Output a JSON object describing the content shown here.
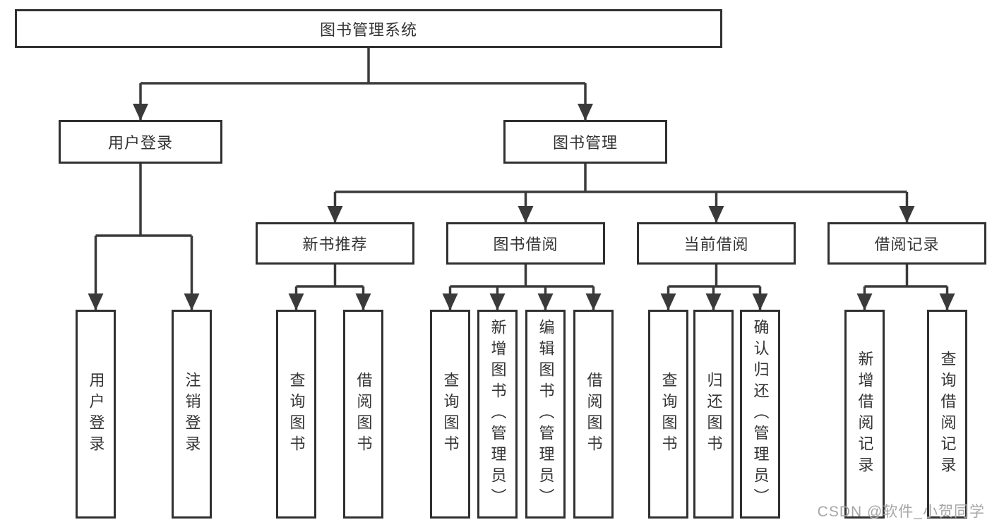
{
  "diagram": {
    "root": {
      "label": "图书管理系统"
    },
    "children": [
      {
        "label": "用户登录",
        "children": [
          {
            "label": "用户登录"
          },
          {
            "label": "注销登录"
          }
        ]
      },
      {
        "label": "图书管理",
        "children": [
          {
            "label": "新书推荐",
            "children": [
              {
                "label": "查询图书"
              },
              {
                "label": "借阅图书"
              }
            ]
          },
          {
            "label": "图书借阅",
            "children": [
              {
                "label": "查询图书"
              },
              {
                "label": "新增图书（管理员）"
              },
              {
                "label": "编辑图书（管理员）"
              },
              {
                "label": "借阅图书"
              }
            ]
          },
          {
            "label": "当前借阅",
            "children": [
              {
                "label": "查询图书"
              },
              {
                "label": "归还图书"
              },
              {
                "label": "确认归还（管理员）"
              }
            ]
          },
          {
            "label": "借阅记录",
            "children": [
              {
                "label": "新增借阅记录"
              },
              {
                "label": "查询借阅记录"
              }
            ]
          }
        ]
      }
    ]
  },
  "watermark": {
    "text": "CSDN @软件_小贺同学"
  },
  "colors": {
    "line": "#3a3a3a",
    "border": "#303030",
    "text": "#333333",
    "background": "#ffffff",
    "watermark": "#a6a6a6"
  }
}
